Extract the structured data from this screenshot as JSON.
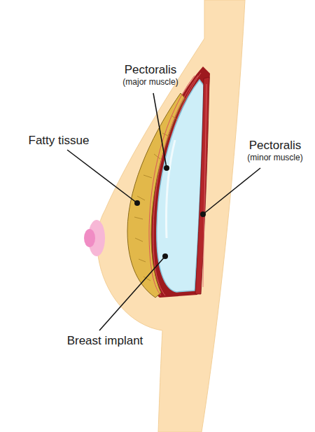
{
  "diagram": {
    "labels": [
      "Pectoralis",
      "(major muscle)",
      "Fatty tissue",
      "Pectoralis",
      "(minor muscle)",
      "Breast implant"
    ]
  }
}
